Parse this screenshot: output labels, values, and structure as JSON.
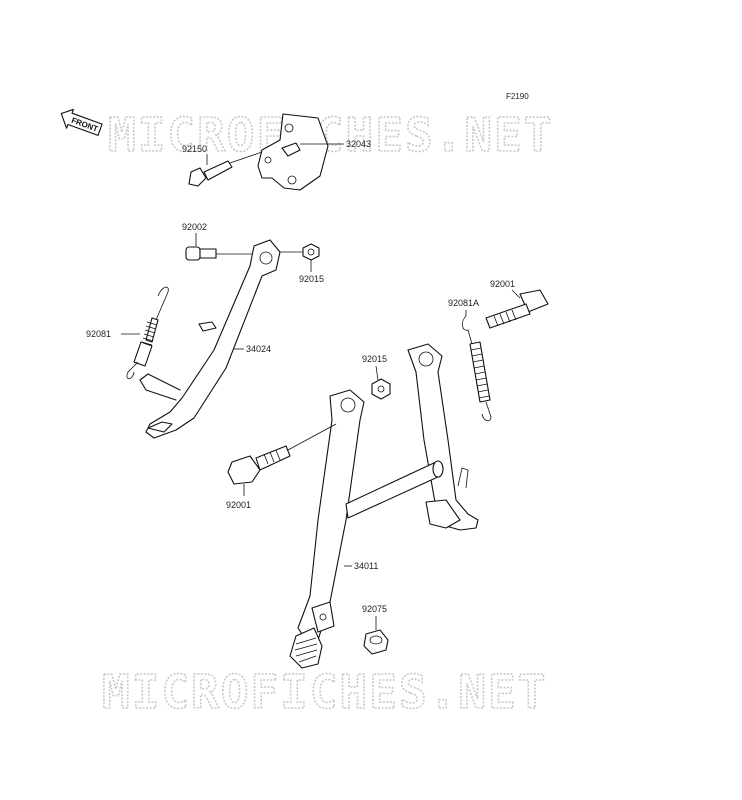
{
  "figure": {
    "code": "F2190"
  },
  "watermark": {
    "text": "MICROFICHES.NET"
  },
  "front_badge": {
    "text": "FRONT"
  },
  "parts": [
    {
      "id": "p32043",
      "label": "32043"
    },
    {
      "id": "p92150",
      "label": "92150"
    },
    {
      "id": "p92002",
      "label": "92002"
    },
    {
      "id": "p92015a",
      "label": "92015"
    },
    {
      "id": "p92081",
      "label": "92081"
    },
    {
      "id": "p34024",
      "label": "34024"
    },
    {
      "id": "p92081A",
      "label": "92081A"
    },
    {
      "id": "p92001a",
      "label": "92001"
    },
    {
      "id": "p92015b",
      "label": "92015"
    },
    {
      "id": "p92001b",
      "label": "92001"
    },
    {
      "id": "p34011",
      "label": "34011"
    },
    {
      "id": "p92075",
      "label": "92075"
    }
  ]
}
